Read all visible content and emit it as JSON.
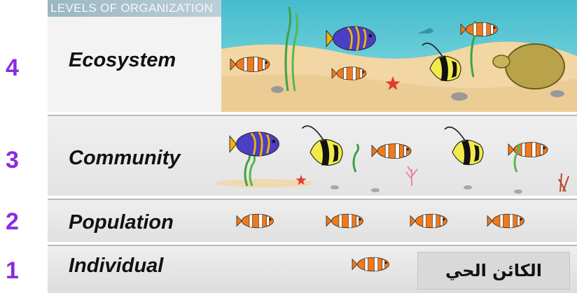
{
  "banner": {
    "title": "LEVELS OF ORGANIZATION"
  },
  "levels": [
    {
      "number": "4",
      "label": "Ecosystem"
    },
    {
      "number": "3",
      "label": "Community"
    },
    {
      "number": "2",
      "label": "Population"
    },
    {
      "number": "1",
      "label": "Individual"
    }
  ],
  "annotation": {
    "arabic": "الكائن الحي"
  },
  "colors": {
    "number": "#8a2be2",
    "clownfish": "#f07a1a",
    "sand": "#f2d6a4",
    "water": "#4ec0cf"
  }
}
